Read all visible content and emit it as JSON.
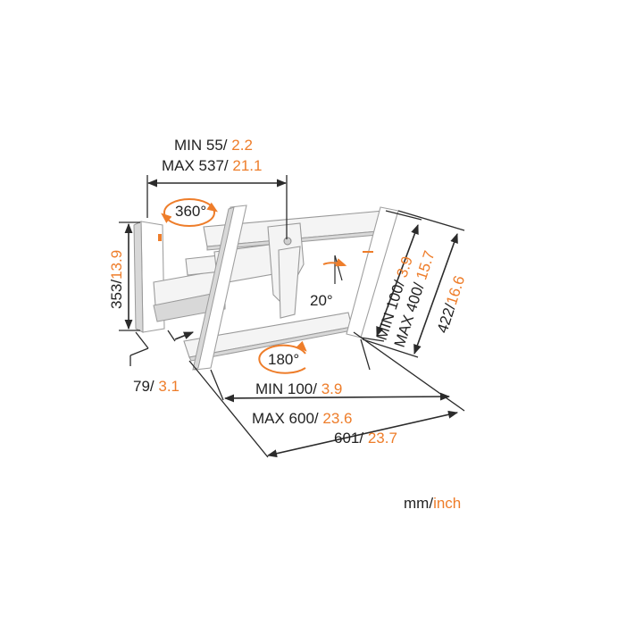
{
  "unit_legend": {
    "primary": "mm",
    "separator": "/",
    "secondary": "inch"
  },
  "colors": {
    "accent": "#ee7d2a",
    "text": "#222222",
    "line": "#2b2b2b",
    "product": "#f4f4f4"
  },
  "dimensions": {
    "arm_extension": {
      "min_mm": "MIN 55/",
      "min_in": "2.2",
      "max_mm": "MAX 537/",
      "max_in": "21.1"
    },
    "wall_plate_height": {
      "mm": "353/",
      "in": "13.9"
    },
    "wall_plate_depth": {
      "mm": "79/",
      "in": "3.1"
    },
    "vesa_horizontal": {
      "min_mm": "MIN 100/",
      "min_in": "3.9",
      "max_mm": "MAX 600/",
      "max_in": "23.6"
    },
    "total_width": {
      "mm": "601/",
      "in": "23.7"
    },
    "vesa_vertical": {
      "min_mm": "MIN 100/",
      "min_in": "3.9",
      "max_mm": "MAX 400/",
      "max_in": "15.7"
    },
    "total_height": {
      "mm": "422/",
      "in": "16.6"
    }
  },
  "rotations": {
    "wall_swivel": "360°",
    "tilt": "20°",
    "screen_swivel": "180°"
  },
  "icons": [
    "rotation-360-icon",
    "rotation-180-icon",
    "tilt-arrow-icon",
    "wall-plate",
    "swivel-arm",
    "tv-plate"
  ]
}
